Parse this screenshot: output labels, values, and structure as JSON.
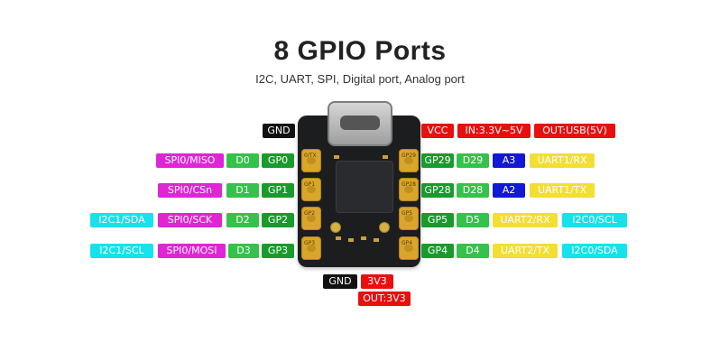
{
  "title": "8 GPIO Ports",
  "subtitle": "I2C, UART, SPI, Digital port, Analog port",
  "top": {
    "gnd": "GND",
    "vcc": "VCC",
    "vin": "IN:3.3V~5V",
    "vout": "OUT:USB(5V)"
  },
  "bottom": {
    "gnd": "GND",
    "v33": "3V3",
    "out33": "OUT:3V3"
  },
  "left_rows": [
    {
      "i2c": "",
      "spi": "SPI0/MISO",
      "digital": "D0",
      "gpio": "GP0",
      "pad": "0/TX"
    },
    {
      "i2c": "",
      "spi": "SPI0/CSn",
      "digital": "D1",
      "gpio": "GP1",
      "pad": "GP1"
    },
    {
      "i2c": "I2C1/SDA",
      "spi": "SPI0/SCK",
      "digital": "D2",
      "gpio": "GP2",
      "pad": "GP2"
    },
    {
      "i2c": "I2C1/SCL",
      "spi": "SPI0/MOSI",
      "digital": "D3",
      "gpio": "GP3",
      "pad": "GP3"
    }
  ],
  "right_rows": [
    {
      "gpio": "GP29",
      "digital": "D29",
      "analog": "A3",
      "uart": "UART1/RX",
      "i2c": "",
      "pad": "GP29"
    },
    {
      "gpio": "GP28",
      "digital": "D28",
      "analog": "A2",
      "uart": "UART1/TX",
      "i2c": "",
      "pad": "GP28"
    },
    {
      "gpio": "GP5",
      "digital": "D5",
      "analog": "",
      "uart": "UART2/RX",
      "i2c": "I2C0/SCL",
      "pad": "GP5"
    },
    {
      "gpio": "GP4",
      "digital": "D4",
      "analog": "",
      "uart": "UART2/TX",
      "i2c": "I2C0/SDA",
      "pad": "GP4"
    }
  ],
  "colors": {
    "power": "#e8100f",
    "ground": "#111111",
    "spi": "#df25d6",
    "digital": "#35c24a",
    "gpio": "#1a9a2c",
    "analog": "#1119d4",
    "uart": "#f3de33",
    "i2c": "#14e2ec"
  }
}
